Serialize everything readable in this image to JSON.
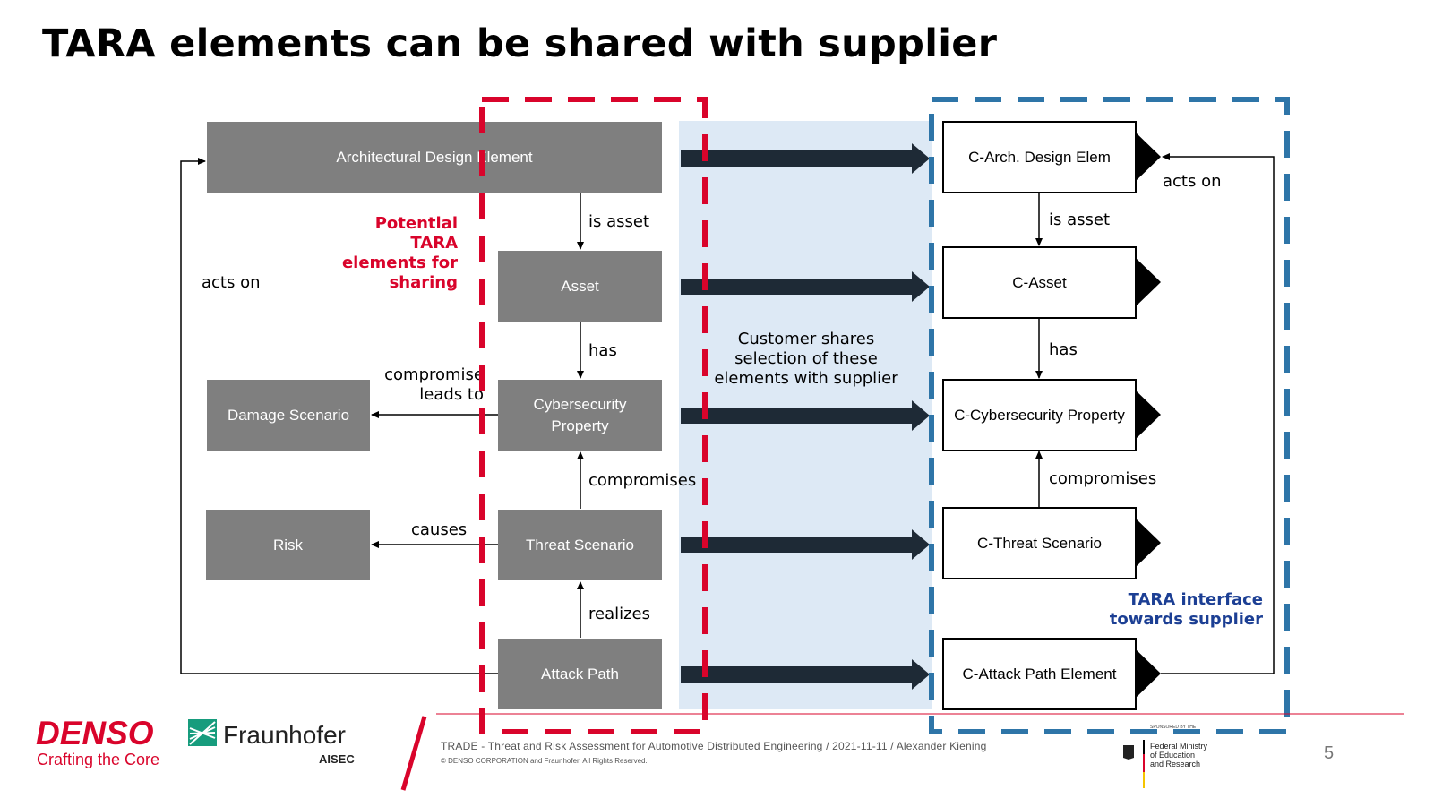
{
  "title": "TARA elements can be shared with supplier",
  "left_boxes": {
    "arch": "Architectural Design Element",
    "asset": "Asset",
    "cyber": "Cybersecurity Property",
    "damage": "Damage Scenario",
    "threat": "Threat Scenario",
    "risk": "Risk",
    "attack": "Attack Path"
  },
  "left_labels": {
    "is_asset": "is asset",
    "has": "has",
    "compromise_leads_to": "compromise leads to",
    "compromises": "compromises",
    "causes": "causes",
    "realizes": "realizes",
    "acts_on": "acts on"
  },
  "red_note": "Potential TARA elements for sharing",
  "center_note": "Customer shares selection of these elements with supplier",
  "right_boxes": {
    "arch": "C-Arch. Design Elem",
    "asset": "C-Asset",
    "cyber": "C-Cybersecurity Property",
    "threat": "C-Threat Scenario",
    "attack": "C-Attack Path Element"
  },
  "right_labels": {
    "acts_on": "acts on",
    "is_asset": "is asset",
    "has": "has",
    "compromises": "compromises"
  },
  "blue_note": "TARA interface towards supplier",
  "footer": {
    "denso": "DENSO",
    "denso_tagline": "Crafting the Core",
    "fraunhofer": "Fraunhofer",
    "fraunhofer_sub": "AISEC",
    "text": "TRADE - Threat and Risk Assessment for Automotive Distributed Engineering / 2021-11-11 / Alexander Kiening",
    "copyright": "© DENSO CORPORATION and Fraunhofer. All Rights Reserved.",
    "bmbf_top": "SPONSORED BY THE",
    "bmbf_line1": "Federal Ministry",
    "bmbf_line2": "of Education",
    "bmbf_line3": "and Research",
    "page": "5"
  },
  "colors": {
    "red": "#d9042b",
    "blue_dash": "#2e75a8",
    "blue_text": "#1c3f94",
    "band": "#dde9f5",
    "gray_box": "#7f7f7f",
    "dark_arrow": "#1e2a36"
  }
}
